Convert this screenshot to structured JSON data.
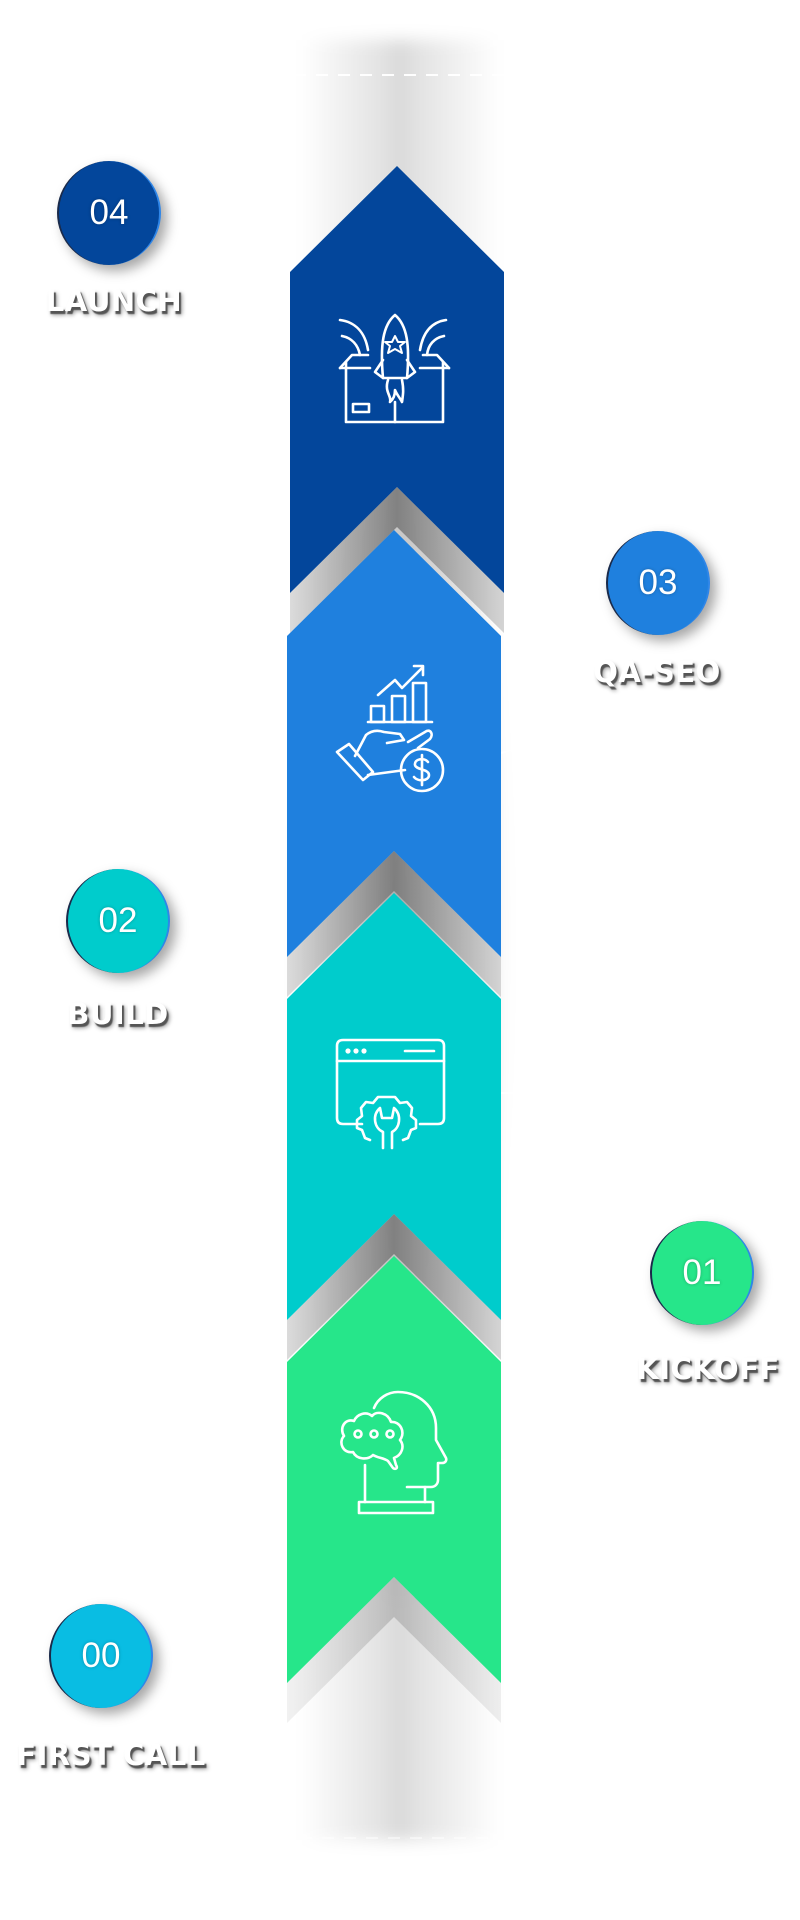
{
  "diagram": {
    "type": "vertical-process-chevrons",
    "steps": [
      {
        "number": "04",
        "label": "LAUNCH",
        "icon": "rocket-box-icon",
        "color": "#03469B"
      },
      {
        "number": "03",
        "label": "QA-SEO",
        "icon": "growth-money-hand-icon",
        "color": "#1F80DE"
      },
      {
        "number": "02",
        "label": "BUILD",
        "icon": "browser-gear-wrench-icon",
        "color": "#00CCCC"
      },
      {
        "number": "01",
        "label": "KICKOFF",
        "icon": "head-speech-bubble-icon",
        "color": "#26E68A"
      },
      {
        "number": "00",
        "label": "FIRST CALL",
        "icon": null,
        "color": "#09BDE3"
      }
    ]
  }
}
